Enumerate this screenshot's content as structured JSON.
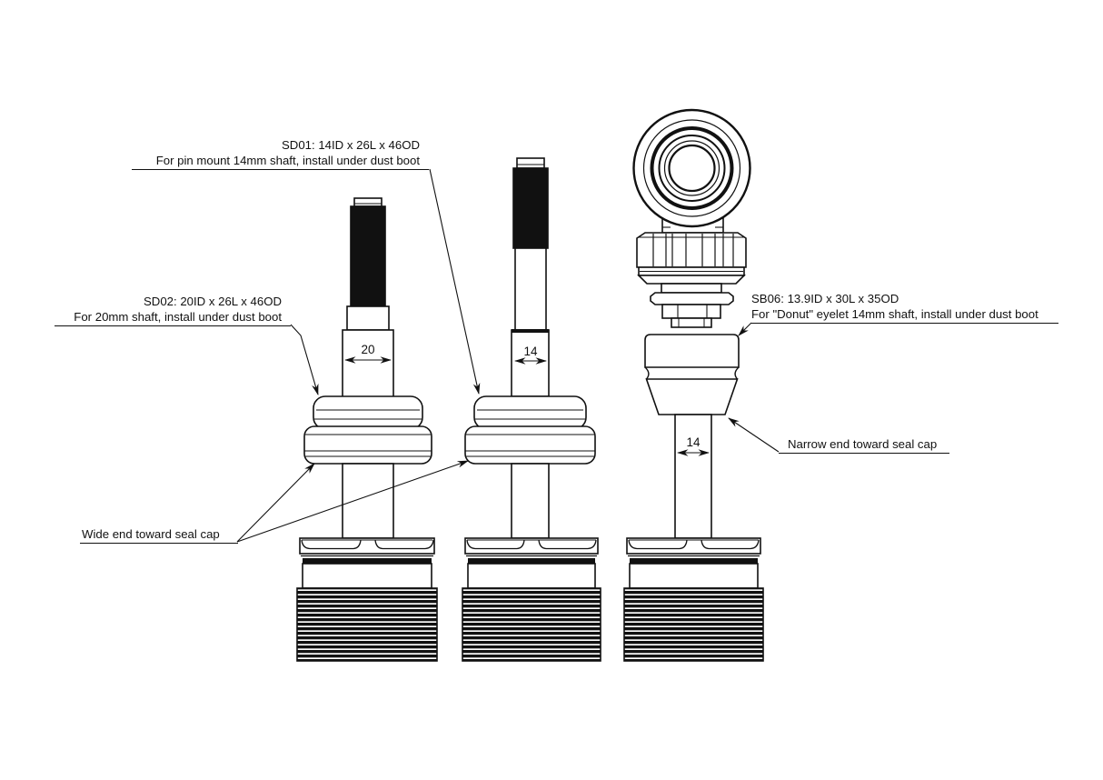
{
  "colors": {
    "line": "#111111",
    "background": "#ffffff",
    "fill_dark": "#111111"
  },
  "labels": {
    "sd01": {
      "line1": "SD01: 14ID x 26L x 46OD",
      "line2": "For pin mount 14mm shaft, install under dust boot"
    },
    "sd02": {
      "line1": "SD02: 20ID x 26L x 46OD",
      "line2": "For 20mm shaft, install under dust boot"
    },
    "sb06": {
      "line1": "SB06: 13.9ID x 30L x 35OD",
      "line2": "For \"Donut\" eyelet 14mm shaft, install under dust boot"
    },
    "wide_end": "Wide end toward seal cap",
    "narrow_end": "Narrow end toward seal cap"
  },
  "dimensions": {
    "sd02_shaft_mm": "20",
    "sd01_shaft_mm": "14",
    "sb06_shaft_mm": "14"
  }
}
